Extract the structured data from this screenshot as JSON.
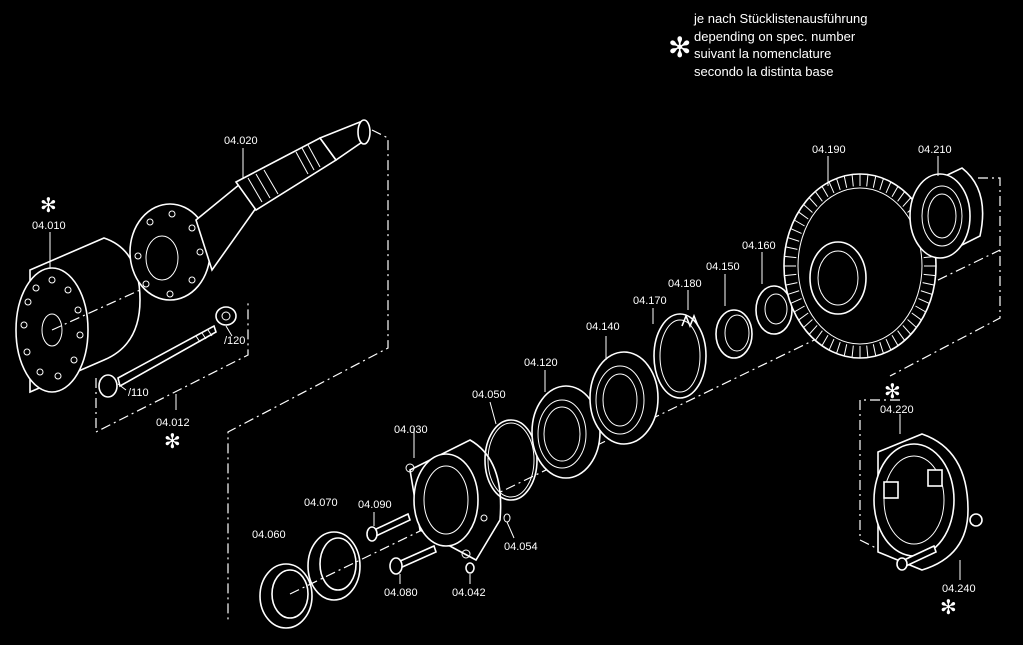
{
  "legend": {
    "symbol": "✻",
    "lines": [
      "je nach Stücklistenausführung",
      "depending on spec. number",
      "suivant la nomenclature",
      "secondo la distinta base"
    ]
  },
  "labels": {
    "p04010": "04.010",
    "p04020": "04.020",
    "p04012": "04.012",
    "p110": "/110",
    "p120": "/120",
    "p04030": "04.030",
    "p04042": "04.042",
    "p04050": "04.050",
    "p04054": "04.054",
    "p04060": "04.060",
    "p04070": "04.070",
    "p04080": "04.080",
    "p04090": "04.090",
    "p04120": "04.120",
    "p04140": "04.140",
    "p04150": "04.150",
    "p04160": "04.160",
    "p04170": "04.170",
    "p04180": "04.180",
    "p04190": "04.190",
    "p04210": "04.210",
    "p04220": "04.220",
    "p04240": "04.240"
  },
  "star": "✻"
}
